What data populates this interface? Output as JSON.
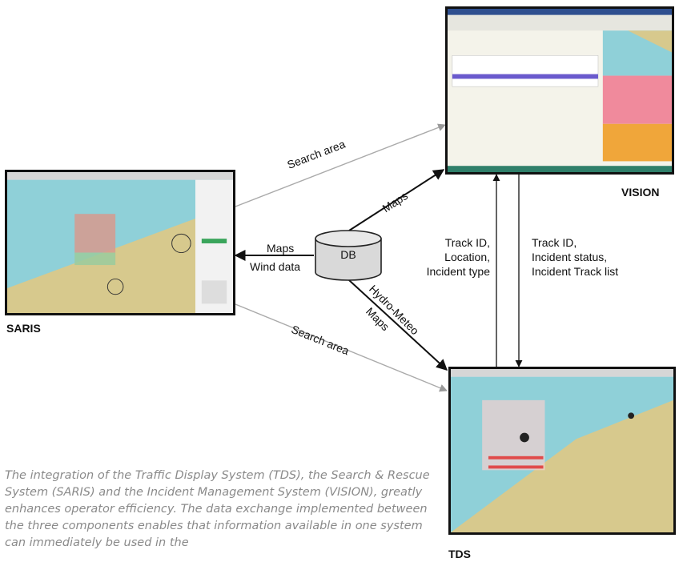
{
  "systems": {
    "saris": {
      "name": "SARIS"
    },
    "vision": {
      "name": "VISION"
    },
    "tds": {
      "name": "TDS"
    }
  },
  "db": {
    "label": "DB"
  },
  "flows": {
    "saris_vision": "Search area",
    "saris_tds": "Search area",
    "db_vision": "Maps",
    "db_saris_line1": "Maps",
    "db_saris_line2": "Wind data",
    "db_tds_line1": "Hydro-Meteo",
    "db_tds_line2": "Maps",
    "tds_to_vision": [
      "Track ID,",
      "Location,",
      "Incident type"
    ],
    "vision_to_tds": [
      "Track ID,",
      "Incident  status,",
      "Incident Track list"
    ]
  },
  "caption": "The integration of the Traffic Display System (TDS), the Search & Rescue System (SARIS) and the Incident Management System (VISION), greatly enhances operator efficiency. The data exchange implemented between the three components enables that information available in one system can immediately be used in the"
}
